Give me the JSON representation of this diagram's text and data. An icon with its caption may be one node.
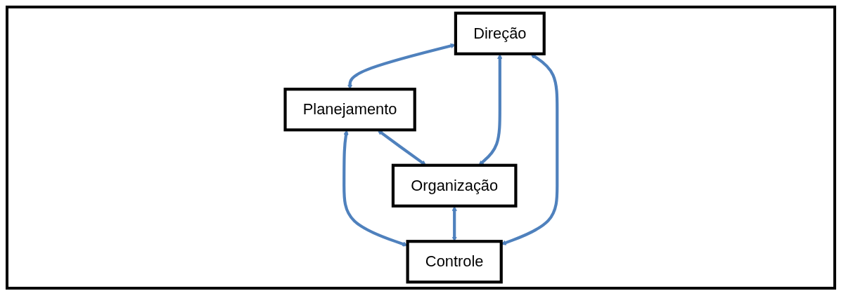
{
  "diagram": {
    "nodes": [
      {
        "text": [
          "Planejamento"
        ]
      },
      {
        "text": [
          "Direção"
        ]
      },
      {
        "text": [
          "Organização"
        ]
      },
      {
        "text": [
          "Controle"
        ]
      }
    ],
    "edges": [
      {
        "from": 1,
        "to": 0,
        "arrow": "both"
      },
      {
        "from": 0,
        "to": 2,
        "arrow": "both"
      },
      {
        "from": 0,
        "to": 3,
        "arrow": "both"
      },
      {
        "from": 1,
        "to": 2,
        "arrow": "both"
      },
      {
        "from": 2,
        "to": 3,
        "arrow": "both"
      },
      {
        "from": 1,
        "to": 3,
        "arrow": "both"
      }
    ]
  }
}
